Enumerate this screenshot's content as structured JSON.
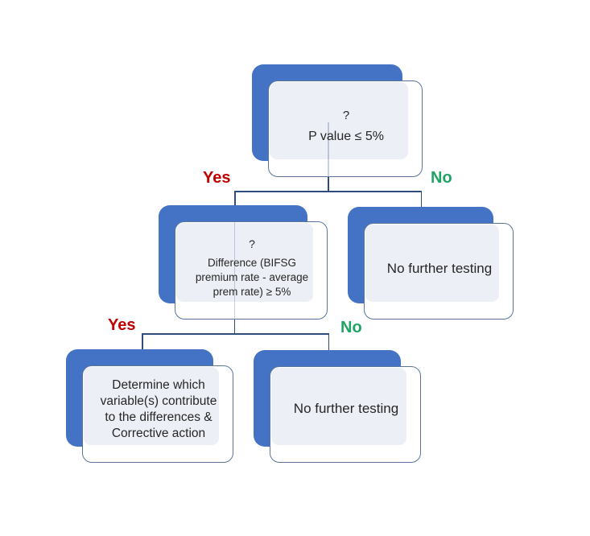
{
  "diagram": {
    "type": "decision-flowchart",
    "nodes": [
      {
        "id": "p-value-test",
        "question_mark": "?",
        "text": "P value ≤ 5%"
      },
      {
        "id": "difference-test",
        "question_mark": "?",
        "text": "Difference (BIFSG\npremium rate - average\nprem rate) ≥ 5%"
      },
      {
        "id": "no-further-testing-mid",
        "text": "No further testing"
      },
      {
        "id": "determine-action",
        "text": "Determine which\nvariable(s) contribute\nto the differences &\nCorrective action"
      },
      {
        "id": "no-further-testing-bottom",
        "text": "No further testing"
      }
    ],
    "branch_labels": {
      "level1": {
        "yes": "Yes",
        "no": "No"
      },
      "level2": {
        "yes": "Yes",
        "no": "No"
      }
    },
    "colors": {
      "shadow_blue": "#4472C4",
      "card_fill": "#EDEFF6",
      "card_border": "#5A759C",
      "connector": "#2E4C7E",
      "yes_label": "#C00000",
      "no_label": "#21A366",
      "text": "#262626",
      "background": "#FFFFFF"
    }
  }
}
